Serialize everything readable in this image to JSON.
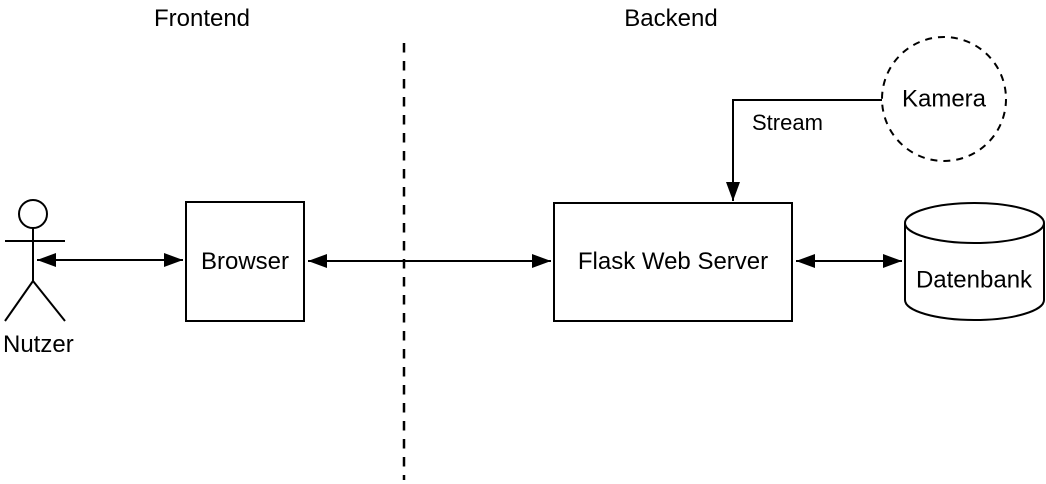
{
  "page": {
    "background_color": "#ffffff"
  },
  "diagram": {
    "stroke_color": "#000000",
    "text_color": "#000000",
    "zones": {
      "frontend": {
        "label": "Frontend"
      },
      "backend": {
        "label": "Backend"
      }
    },
    "nodes": {
      "nutzer": {
        "label": "Nutzer",
        "shape": "stick-figure-actor"
      },
      "browser": {
        "label": "Browser",
        "shape": "rectangle"
      },
      "flask": {
        "label": "Flask Web Server",
        "shape": "rectangle"
      },
      "kamera": {
        "label": "Kamera",
        "shape": "dashed-circle"
      },
      "datenbank": {
        "label": "Datenbank",
        "shape": "cylinder"
      }
    },
    "edges": [
      {
        "from": "nutzer",
        "to": "browser",
        "direction": "bidirectional"
      },
      {
        "from": "browser",
        "to": "flask",
        "direction": "bidirectional"
      },
      {
        "from": "kamera",
        "to": "flask",
        "direction": "one-way",
        "label": "Stream"
      },
      {
        "from": "flask",
        "to": "datenbank",
        "direction": "bidirectional"
      }
    ]
  }
}
